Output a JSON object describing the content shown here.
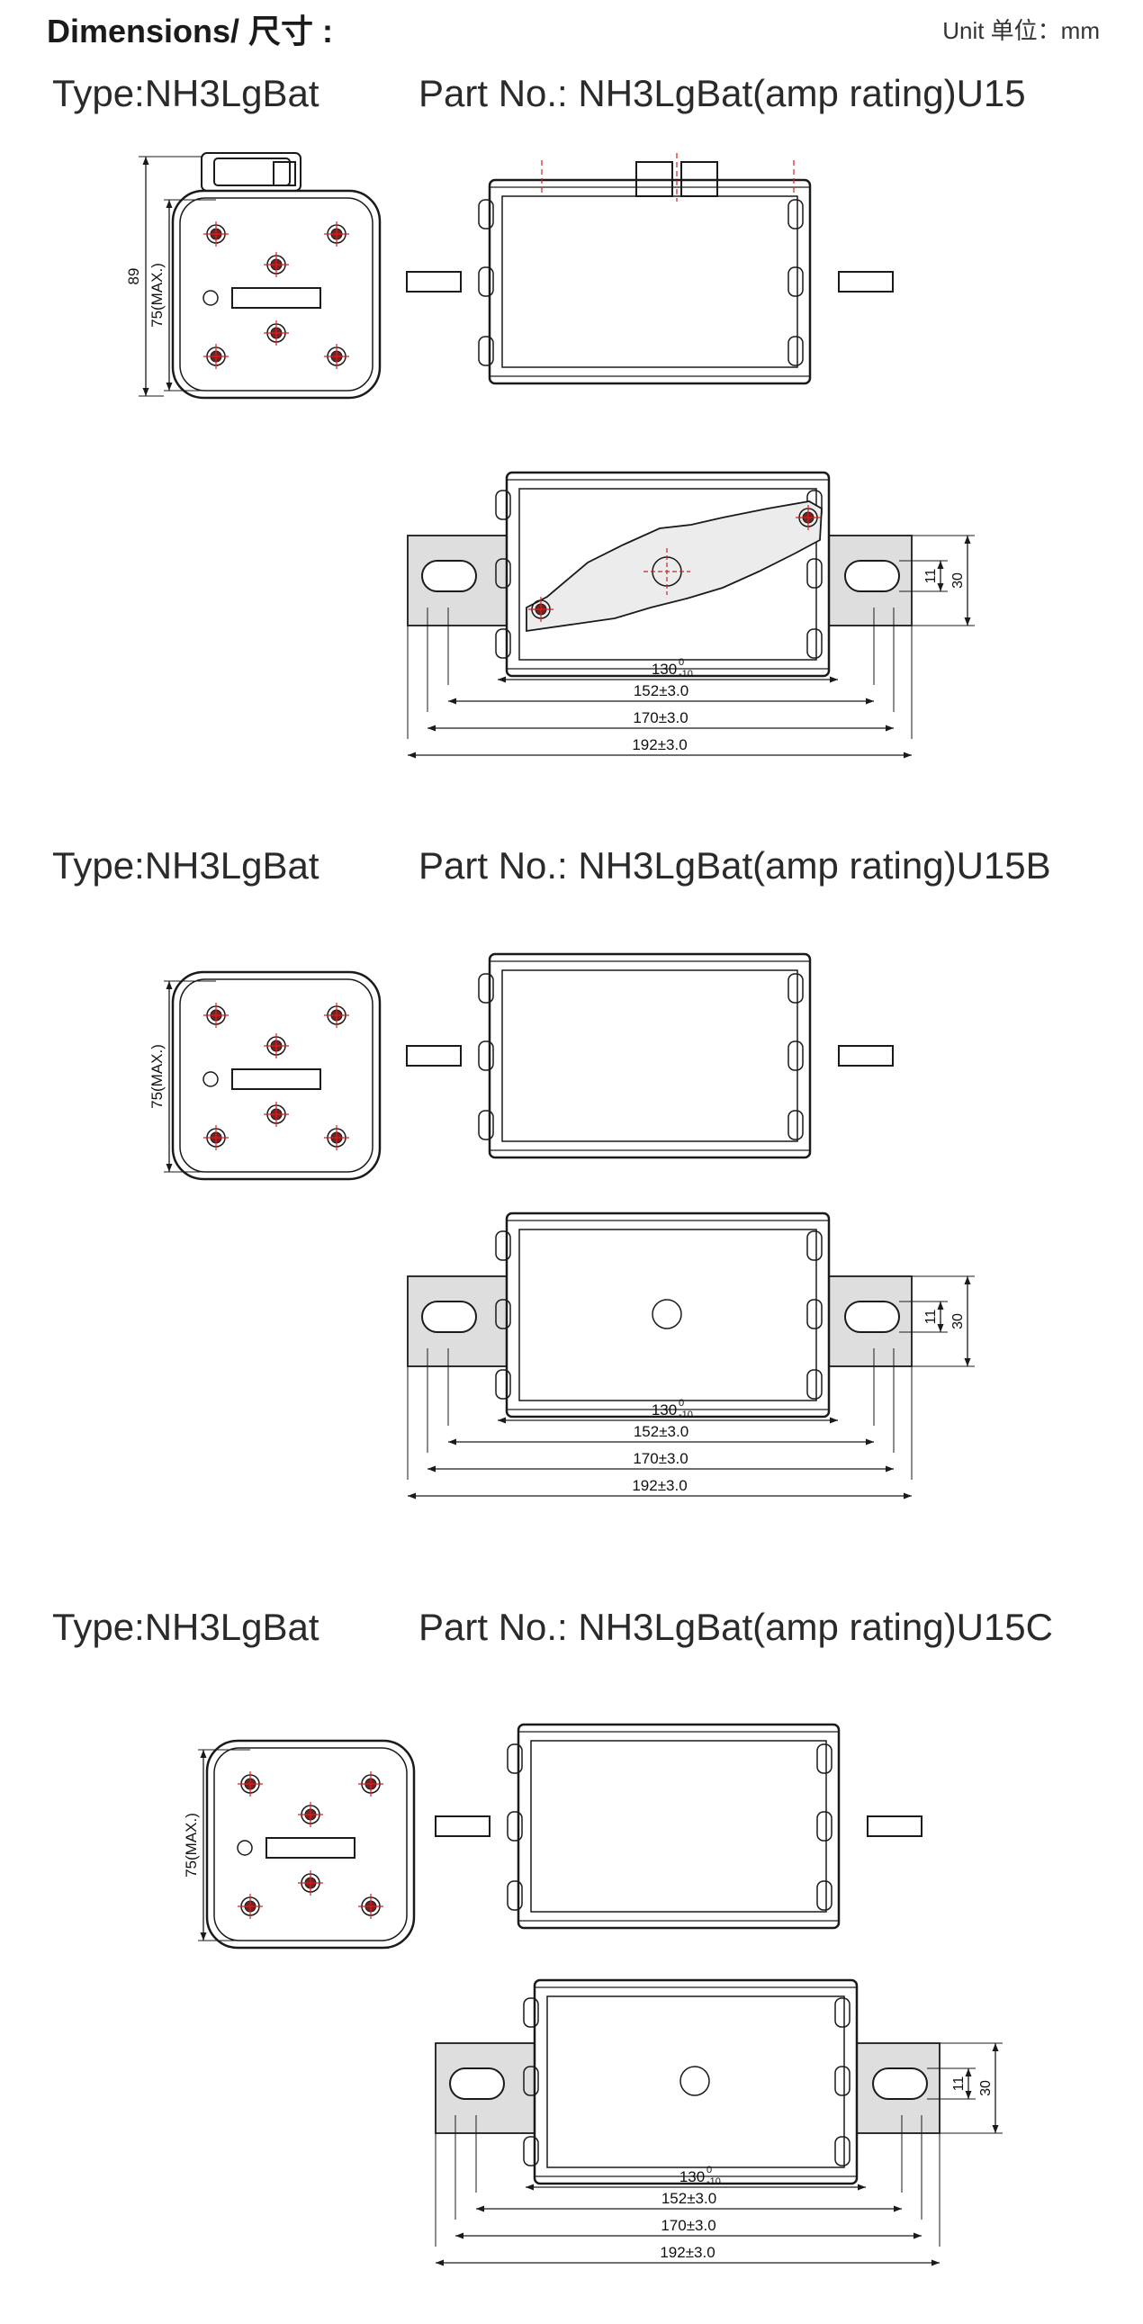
{
  "header": {
    "title": "Dimensions/ 尺寸 :",
    "unit": "Unit 单位：mm"
  },
  "sections": [
    {
      "type_label": "Type:NH3LgBat",
      "part_label": "Part No.: NH3LgBat(amp rating)U15",
      "front": {
        "height": "89",
        "height_inner": "75(MAX.)"
      },
      "bottom": {
        "dims": [
          "130",
          "152±3.0",
          "170±3.0",
          "192±3.0"
        ],
        "tol_top": "0",
        "tol_bot": "-10",
        "slot": "11",
        "plate": "30"
      }
    },
    {
      "type_label": "Type:NH3LgBat",
      "part_label": "Part No.: NH3LgBat(amp rating)U15B",
      "front": {
        "height_inner": "75(MAX.)"
      },
      "bottom": {
        "dims": [
          "130",
          "152±3.0",
          "170±3.0",
          "192±3.0"
        ],
        "tol_top": "0",
        "tol_bot": "-10",
        "slot": "11",
        "plate": "30"
      }
    },
    {
      "type_label": "Type:NH3LgBat",
      "part_label": "Part No.: NH3LgBat(amp rating)U15C",
      "front": {
        "height_inner": "75(MAX.)"
      },
      "bottom": {
        "dims": [
          "130",
          "152±3.0",
          "170±3.0",
          "192±3.0"
        ],
        "tol_top": "0",
        "tol_bot": "-10",
        "slot": "11",
        "plate": "30"
      }
    }
  ]
}
